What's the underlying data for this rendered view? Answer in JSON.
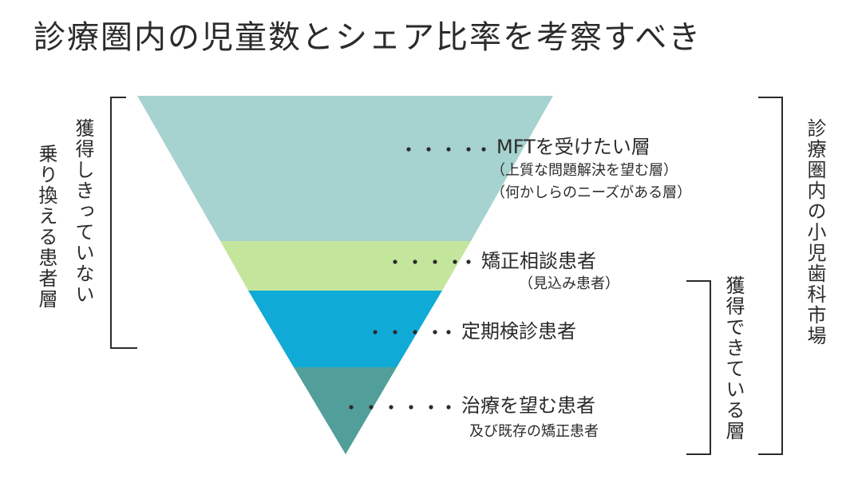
{
  "title": "診療圏内の児童数とシェア比率を考察すべき",
  "colors": {
    "layer1": "#a6d3cf",
    "layer2": "#c4e69c",
    "layer3": "#0fabd6",
    "layer4": "#529e9a",
    "bracket": "#2b2b2b",
    "dots": "#2b2b2b"
  },
  "left_note": {
    "line1": "獲得しきっていない",
    "line2": "乗り換える患者層"
  },
  "right_note": {
    "market": "診療圏内の小児歯科市場",
    "acquired": "獲得できている層"
  },
  "layers": [
    {
      "label": "MFTを受けたい層",
      "sub1": "（上質な問題解決を望む層）",
      "sub2": "（何かしらのニーズがある層）"
    },
    {
      "label": "矯正相談患者",
      "sub1": "（見込み患者）"
    },
    {
      "label": "定期検診患者"
    },
    {
      "label": "治療を望む患者",
      "sub1": "及び既存の矯正患者"
    }
  ]
}
